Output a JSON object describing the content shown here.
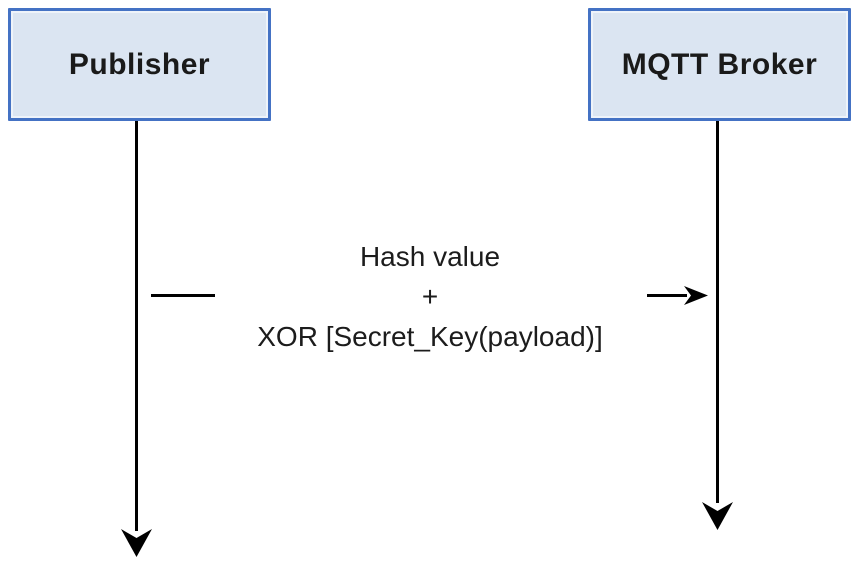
{
  "diagram": {
    "actors": [
      {
        "label": "Publisher"
      },
      {
        "label": "MQTT Broker"
      }
    ],
    "message": {
      "line1": "Hash value",
      "line2": "+",
      "line3": "XOR [Secret_Key(payload)]"
    },
    "colors": {
      "box_fill": "#dbe5f2",
      "box_border": "#4472c4",
      "line": "#000000",
      "text": "#1c1c1c"
    }
  }
}
